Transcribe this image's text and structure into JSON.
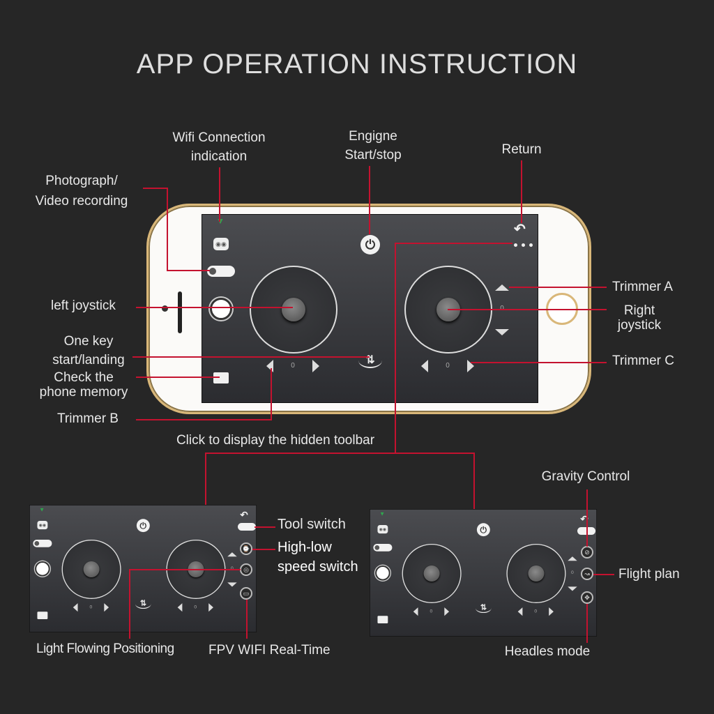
{
  "title": "APP OPERATION INSTRUCTION",
  "labels": {
    "wifi": [
      "Wifi Connection",
      "indication"
    ],
    "engine": [
      "Engigne",
      "Start/stop"
    ],
    "return": "Return",
    "photo": [
      "Photograph/",
      "Video recording"
    ],
    "left_joystick": "left joystick",
    "one_key": [
      "One key",
      "start/landing"
    ],
    "memory": [
      "Check the",
      "phone memory"
    ],
    "trimmer_b": "Trimmer B",
    "trimmer_a": "Trimmer A",
    "right_joystick": [
      "Right",
      "joystick"
    ],
    "trimmer_c": "Trimmer C",
    "hidden_toolbar": "Click to display the hidden toolbar",
    "tool_switch": "Tool switch",
    "speed_switch": [
      "High-low",
      "speed switch"
    ],
    "light_flow": "Light Flowing Positioning",
    "fpv": "FPV WIFI Real-Time",
    "gravity": "Gravity Control",
    "flight_plan": "Flight plan",
    "headless": "Headles mode"
  },
  "screen": {
    "trim_b_value": "0",
    "trim_a_value": "0",
    "trim_c_value": "0",
    "icons": [
      "wifi-icon",
      "controller-icon",
      "camera-toggle",
      "shutter-button",
      "folder-icon",
      "power-icon",
      "takeoff-landing-icon",
      "return-icon",
      "more-dots-icon"
    ]
  },
  "colors": {
    "accent_line": "#c4122f",
    "background": "#262626",
    "phone_rim": "#d9b779"
  }
}
